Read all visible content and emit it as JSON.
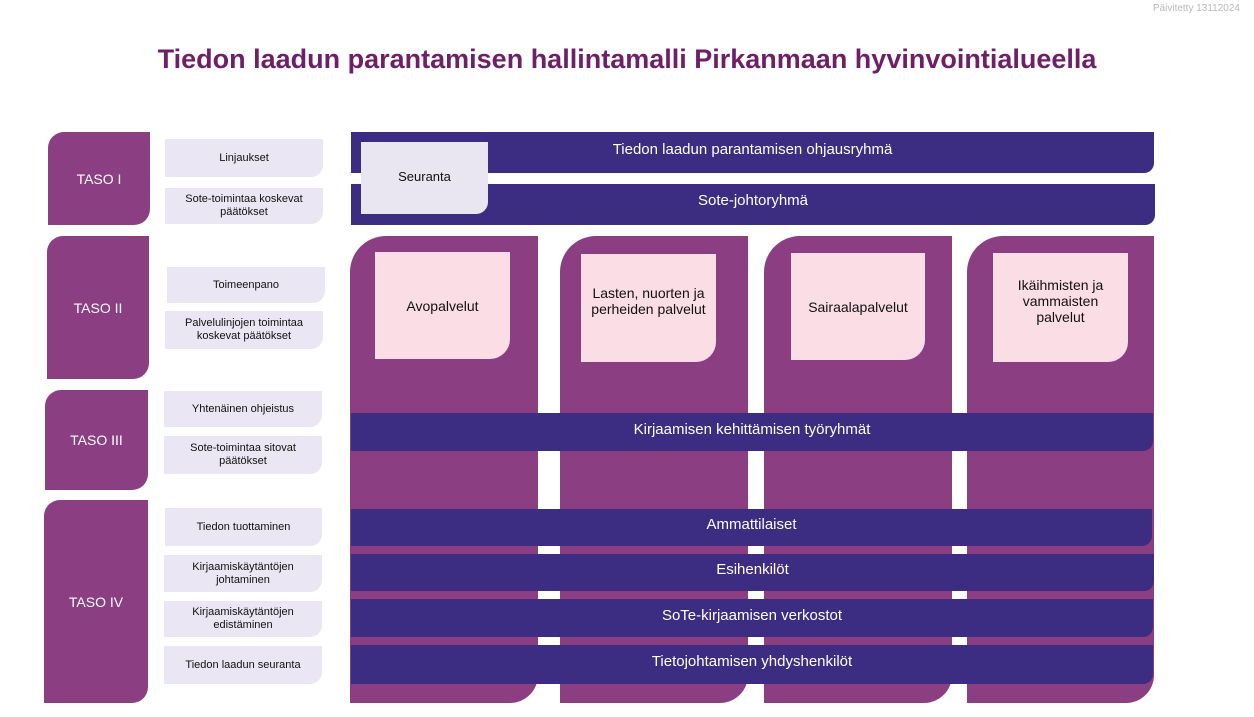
{
  "updated": "Päivitetty 13112024",
  "title": "Tiedon laadun parantamisen hallintamalli Pirkanmaan hyvinvointialueella",
  "levels": [
    "TASO I",
    "TASO II",
    "TASO III",
    "TASO IV"
  ],
  "level_cards": [
    "Linjaukset",
    "Sote-toimintaa koskevat päätökset",
    "Toimeenpano",
    "Palvelulinjojen toimintaa koskevat päätökset",
    "Yhtenäinen ohjeistus",
    "Sote-toimintaa sitovat päätökset",
    "Tiedon tuottaminen",
    "Kirjaamiskäytäntöjen johtaminen",
    "Kirjaamiskäytäntöjen edistäminen",
    "Tiedon laadun seuranta"
  ],
  "seuranta": "Seuranta",
  "bands": [
    "Tiedon laadun parantamisen ohjausryhmä",
    "Sote-johtoryhmä",
    "Kirjaamisen kehittämisen työryhmät",
    "Ammattilaiset",
    "Esihenkilöt",
    "SoTe-kirjaamisen verkostot",
    "Tietojohtamisen yhdyshenkilöt"
  ],
  "service_lines": [
    "Avopalvelut",
    "Lasten, nuorten ja perheiden palvelut",
    "Sairaalapalvelut",
    "Ikäihmisten ja vammaisten palvelut"
  ],
  "colors": {
    "purple": "#8b3f82",
    "navy": "#3d2d82",
    "lavender": "#ebe6f3",
    "pink": "#fbdde6",
    "title": "#6e1f68"
  }
}
